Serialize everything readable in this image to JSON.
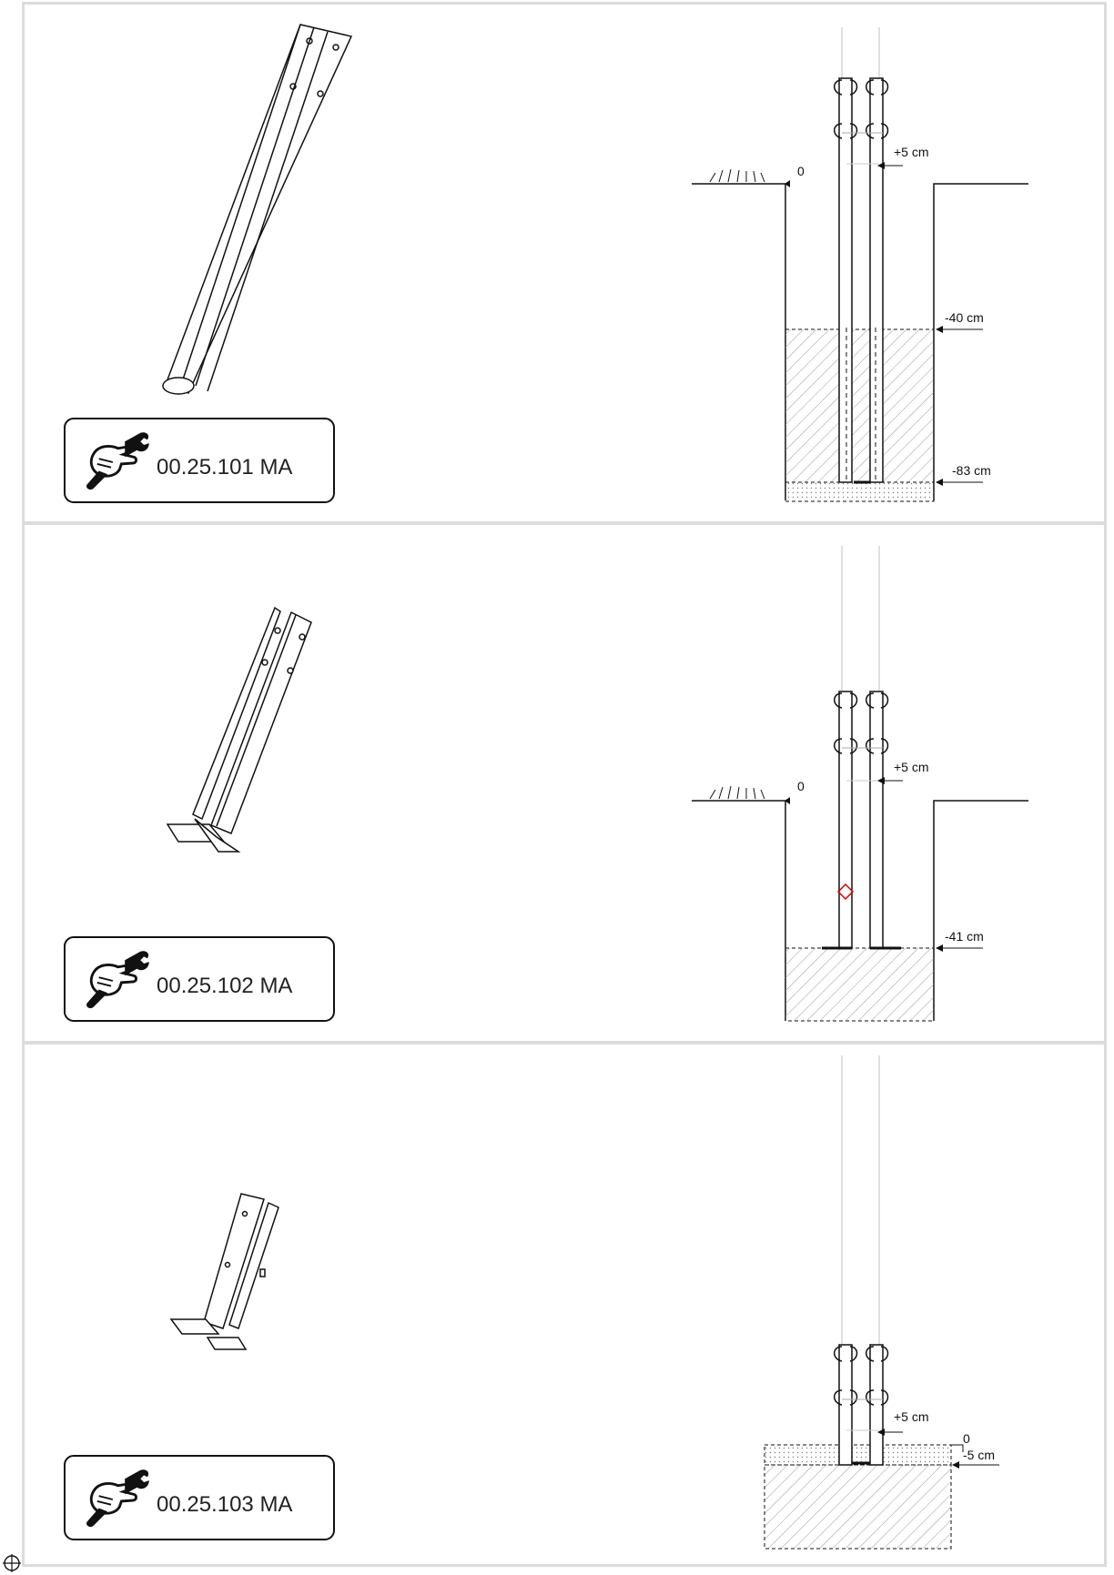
{
  "panels": [
    {
      "code": "00.25.101 MA",
      "ground_label": "0",
      "top_dim": "+5 cm",
      "mid_dim": "-40 cm",
      "bottom_dim": "-83 cm"
    },
    {
      "code": "00.25.102 MA",
      "ground_label": "0",
      "top_dim": "+5 cm",
      "mid_dim": "-41 cm"
    },
    {
      "code": "00.25.103 MA",
      "top_dim": "+5 cm",
      "ground_label": "0",
      "mid_dim": "-5 cm"
    }
  ],
  "icons": {
    "tool": "hand-wrench-icon",
    "corner": "crosshair-icon"
  },
  "colors": {
    "frame": "#dcdcdc",
    "ink": "#111111",
    "marker": "#d40000"
  }
}
